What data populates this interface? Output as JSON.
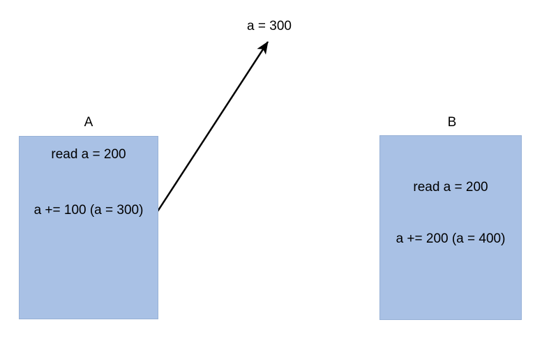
{
  "diagram": {
    "arrow_target_label": "a = 300",
    "threads": [
      {
        "label": "A",
        "line1": "read a = 200",
        "line2": "a += 100 (a = 300)"
      },
      {
        "label": "B",
        "line1": "read a = 200",
        "line2": "a += 200 (a = 400)"
      }
    ]
  },
  "colors": {
    "box_fill": "#a9c1e5",
    "box_border": "#97b1d6",
    "arrow": "#000000",
    "text": "#000000"
  }
}
